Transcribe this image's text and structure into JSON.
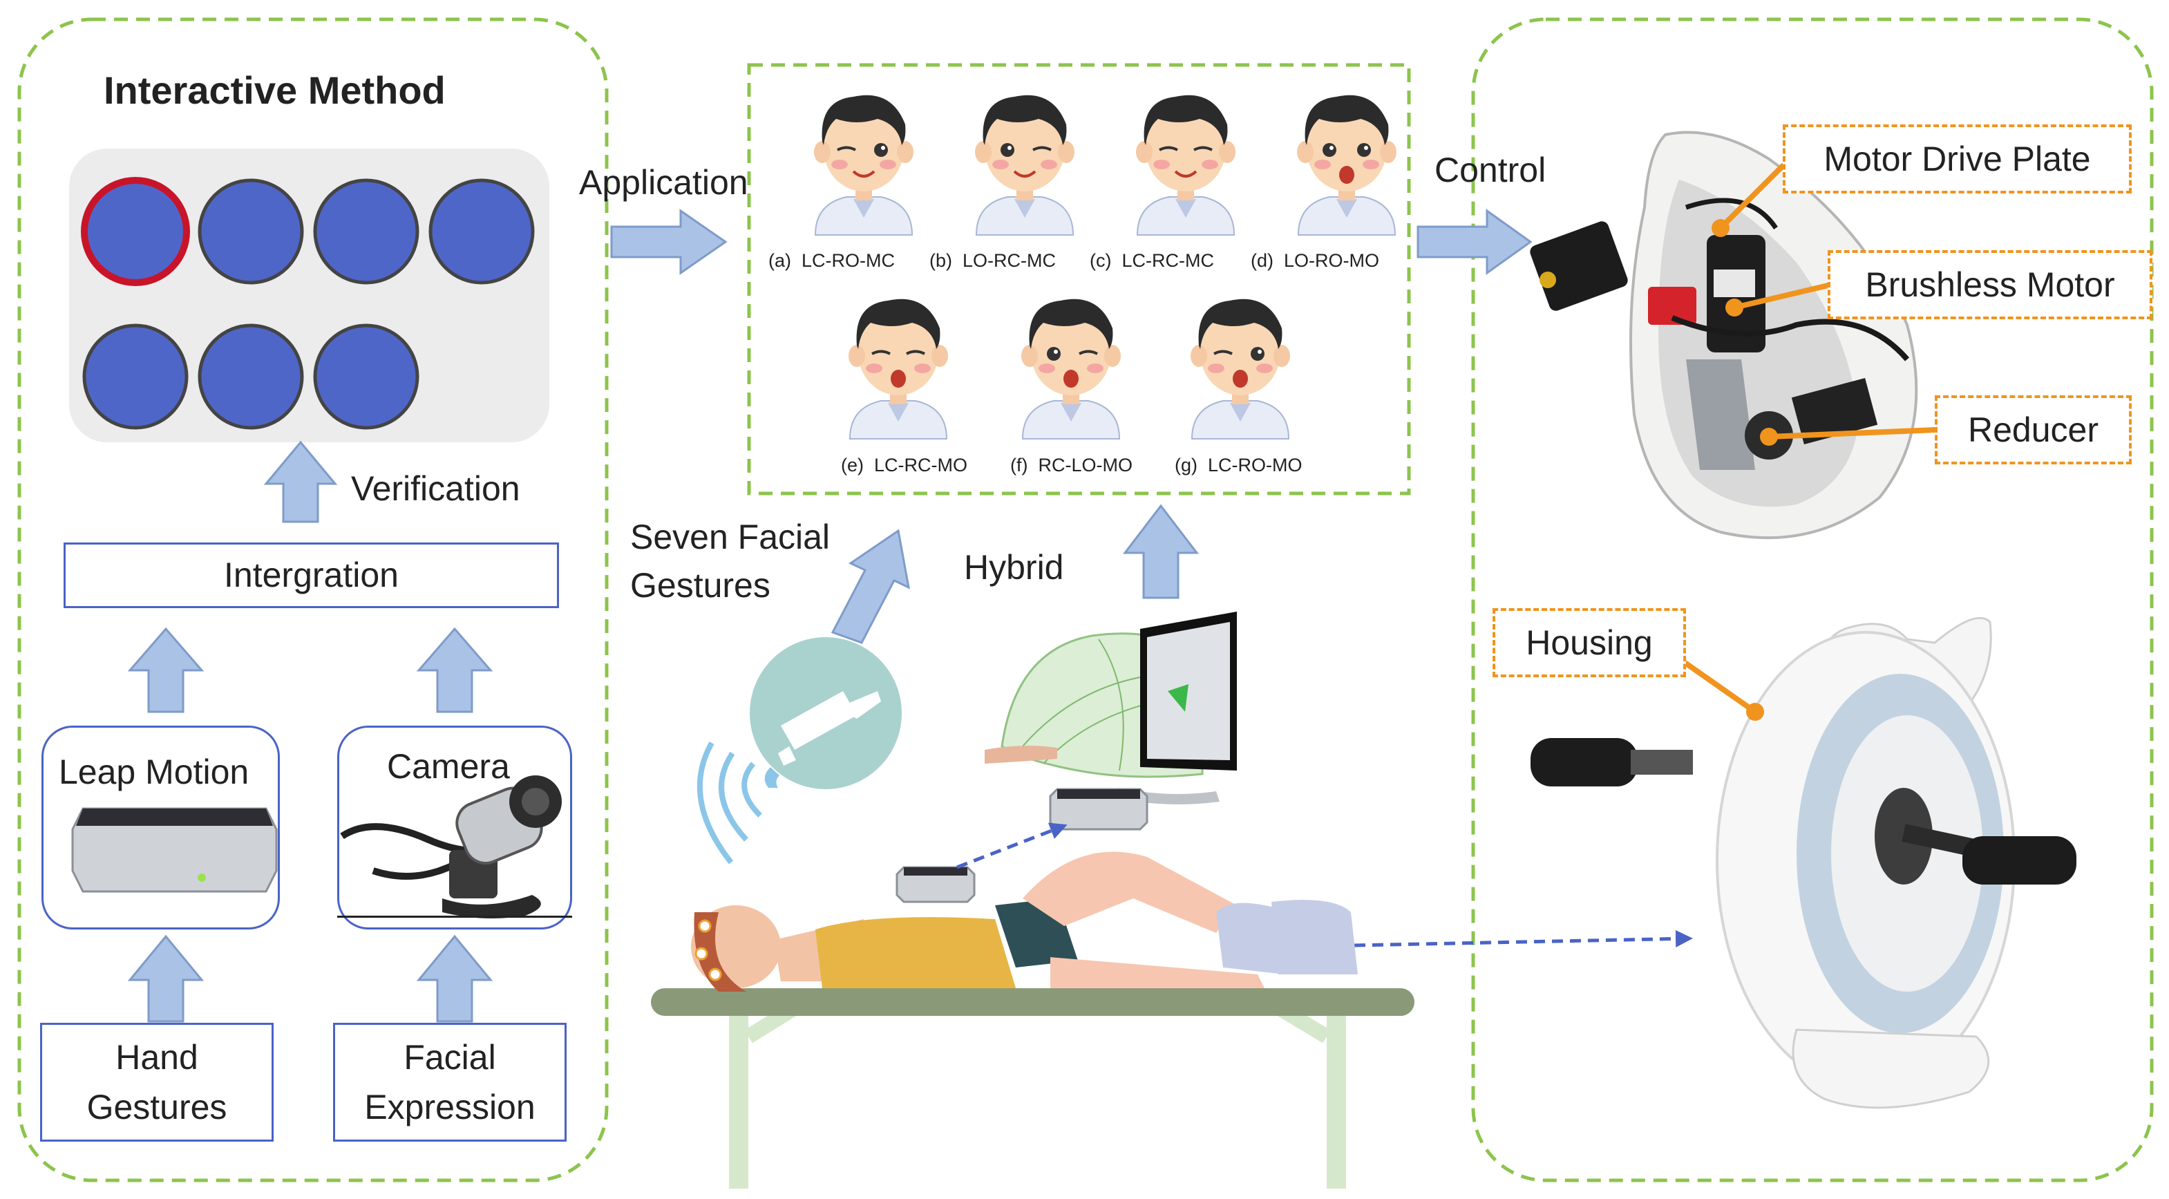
{
  "left_panel": {
    "title": "Interactive Method",
    "verification": "Verification",
    "integration": "Intergration",
    "leap_motion": "Leap Motion",
    "camera": "Camera",
    "hand_gestures": [
      "Hand",
      "Gestures"
    ],
    "facial_expression": [
      "Facial",
      "Expression"
    ]
  },
  "middle": {
    "application": "Application",
    "faces": [
      {
        "tag": "(a)",
        "code": "LC-RO-MC"
      },
      {
        "tag": "(b)",
        "code": "LO-RC-MC"
      },
      {
        "tag": "(c)",
        "code": "LC-RC-MC"
      },
      {
        "tag": "(d)",
        "code": "LO-RO-MO"
      },
      {
        "tag": "(e)",
        "code": "LC-RC-MO"
      },
      {
        "tag": "(f)",
        "code": "RC-LO-MO"
      },
      {
        "tag": "(g)",
        "code": "LC-RO-MO"
      }
    ],
    "seven_facial": [
      "Seven Facial",
      "Gestures"
    ],
    "hybrid": "Hybrid"
  },
  "right_panel": {
    "control": "Control",
    "motor_drive_plate": "Motor Drive Plate",
    "brushless_motor": "Brushless Motor",
    "reducer": "Reducer",
    "housing": "Housing"
  },
  "colors": {
    "green_dash": "#8cc44c",
    "flow_border": "#4a63c6",
    "arrow_fill": "#a9c2e6",
    "arrow_stroke": "#7f9bc9",
    "circle_fill": "#4f66c9",
    "orange_label": "#f0941e"
  }
}
